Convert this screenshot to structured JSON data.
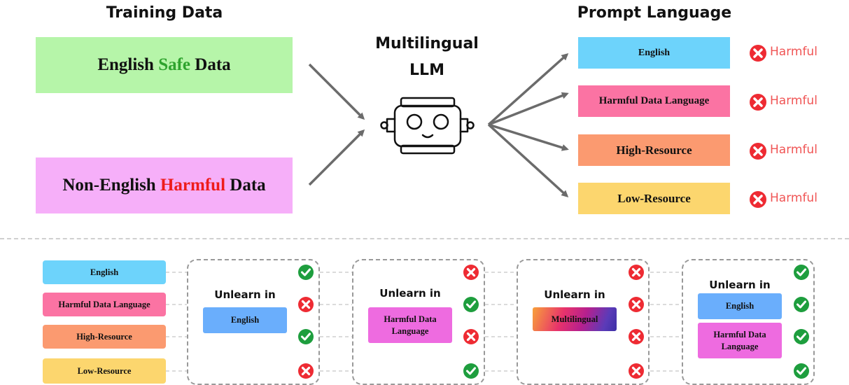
{
  "headings": {
    "training_data": "Training Data",
    "model": "Multilingual LLM",
    "prompt_language": "Prompt Language"
  },
  "training": {
    "english": {
      "pre": "English ",
      "highlight": "Safe",
      "post": " Data"
    },
    "non_english": {
      "pre": "Non-English ",
      "highlight": "Harmful",
      "post": " Data"
    }
  },
  "prompts": [
    {
      "label": "English",
      "result": "Harmful"
    },
    {
      "label": "Harmful Data Language",
      "result": "Harmful"
    },
    {
      "label": "High-Resource",
      "result": "Harmful"
    },
    {
      "label": "Low-Resource",
      "result": "Harmful"
    }
  ],
  "bottom": {
    "languages": [
      "English",
      "Harmful Data Language",
      "High-Resource",
      "Low-Resource"
    ],
    "unlearn_title": "Unlearn in",
    "groups": [
      {
        "targets": [
          "English"
        ],
        "results": [
          "check",
          "cross",
          "check",
          "cross"
        ]
      },
      {
        "targets": [
          "Harmful Data Language"
        ],
        "results": [
          "cross",
          "check",
          "cross",
          "check"
        ]
      },
      {
        "targets": [
          "Multilingual"
        ],
        "results": [
          "cross",
          "cross",
          "cross",
          "cross"
        ]
      },
      {
        "targets": [
          "English",
          "Harmful Data Language"
        ],
        "results": [
          "check",
          "check",
          "check",
          "check"
        ]
      }
    ]
  },
  "colors": {
    "english": "#6dd3fb",
    "harmful_lang": "#fb73a3",
    "high_resource": "#fb9a70",
    "low_resource": "#fcd66e",
    "safe_box": "#b6f5a9",
    "harmful_box": "#f6aff9",
    "safe_text": "#2ea32e",
    "harmful_text": "#ee1c1c",
    "unlearn_english": "#6aaefc",
    "unlearn_harmful": "#ee6be0",
    "check": "#1e9e3e",
    "cross": "#ee2b33"
  }
}
